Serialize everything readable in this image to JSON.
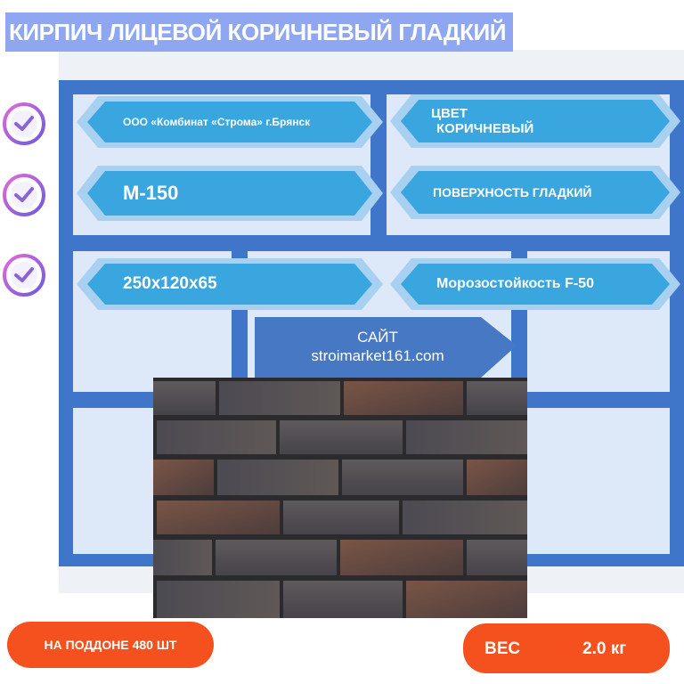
{
  "title": "КИРПИЧ ЛИЦЕВОЙ КОРИЧНЕВЫЙ ГЛАДКИЙ",
  "manufacturer": "ООО «Комбинат «Строма» г.Брянск",
  "color": {
    "line1": "ЦВЕТ",
    "line2": "КОРИЧНЕВЫЙ"
  },
  "grade": "М-150",
  "surface": "ПОВЕРХНОСТЬ ГЛАДКИЙ",
  "size": "250х120х65",
  "frost": "Морозостойкость  F-50",
  "site": {
    "line1": "САЙТ",
    "line2": "stroimarket161.com"
  },
  "pallet": "НА ПОДДОНЕ 480 ШТ",
  "weight": {
    "label": "ВЕС",
    "value": "2.0 кг"
  },
  "colors": {
    "accent_orange": "#f4511e",
    "frame_blue": "#3f76c9",
    "tag_blue": "#3aa6e0",
    "title_bg": "#8fa7f0"
  },
  "icons": [
    "check-circle-icon",
    "arrow-right-icon"
  ]
}
